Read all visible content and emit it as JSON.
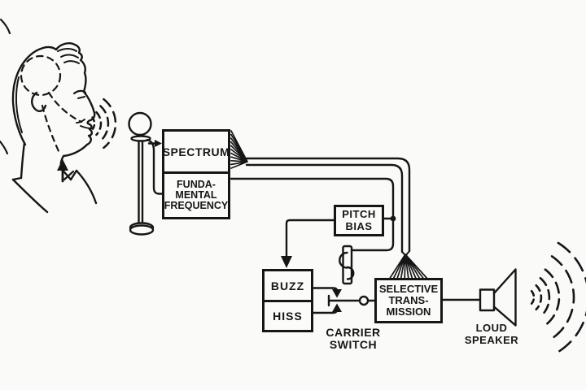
{
  "ink_color": "#161616",
  "paper_color": "#fafaf8",
  "boxes": {
    "spectrum": {
      "label": "SPECTRUM"
    },
    "fundamental_frequency": {
      "lines": [
        "FUNDA-",
        "MENTAL",
        "FREQUENCY"
      ]
    },
    "pitch_bias": {
      "lines": [
        "PITCH",
        "BIAS"
      ]
    },
    "buzz": {
      "label": "BUZZ"
    },
    "hiss": {
      "label": "HISS"
    },
    "selective_transmission": {
      "lines": [
        "SELECTIVE",
        "TRANS-",
        "MISSION"
      ]
    }
  },
  "captions": {
    "carrier_switch": {
      "lines": [
        "CARRIER",
        "SWITCH"
      ]
    },
    "loudspeaker": {
      "lines": [
        "LOUD",
        "SPEAKER"
      ]
    }
  },
  "icons": {
    "speaking_head": "speaking-head-icon",
    "speech_waves": "speech-waves-icon",
    "microphone": "microphone-icon",
    "spectrum_fan": "spectrum-fan-icon",
    "selective_fan": "selective-fan-icon",
    "junction_dot": "junction-dot-icon",
    "pitch_valve": "pitch-valve-icon",
    "carrier_switch": "carrier-switch-icon",
    "loudspeaker": "loudspeaker-icon",
    "output_waves": "output-waves-icon"
  }
}
